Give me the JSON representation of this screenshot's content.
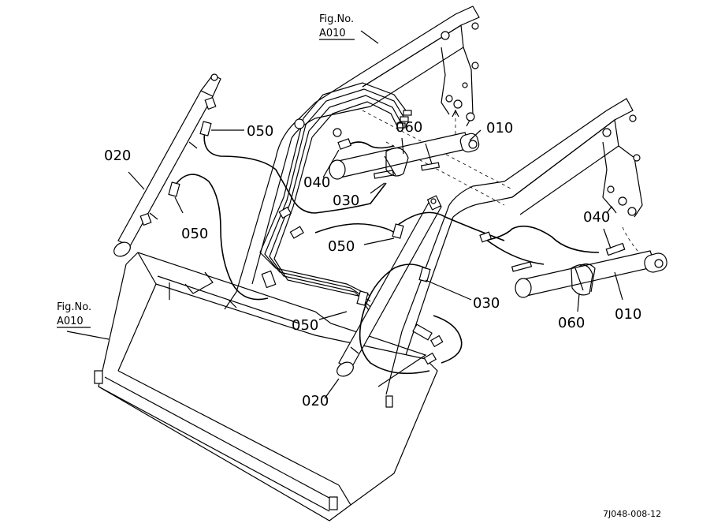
{
  "figure_refs": [
    {
      "line1": "Fig.No.",
      "line2": "A010"
    },
    {
      "line1": "Fig.No.",
      "line2": "A010"
    }
  ],
  "callouts": {
    "c010_right_upper": "010",
    "c010_right_lower": "010",
    "c020_upper": "020",
    "c020_lower": "020",
    "c030_upper": "030",
    "c030_lower": "030",
    "c040_upper": "040",
    "c040_lower": "040",
    "c050_a": "050",
    "c050_b": "050",
    "c050_c": "050",
    "c050_d": "050",
    "c060_upper": "060",
    "c060_lower": "060"
  },
  "drawing_code": "7J048-008-12"
}
